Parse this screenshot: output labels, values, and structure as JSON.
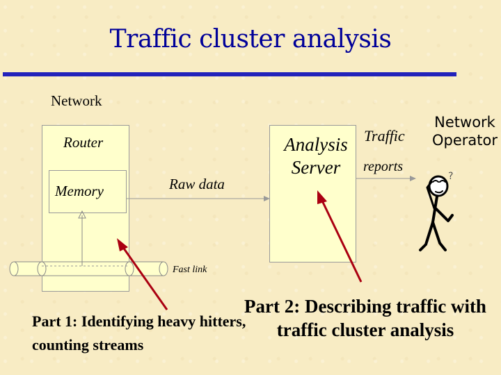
{
  "title": "Traffic cluster analysis",
  "diagram": {
    "network_label": "Network",
    "router_label": "Router",
    "memory_label": "Memory",
    "raw_data_label": "Raw data",
    "analysis_server_label": "Analysis Server",
    "traffic_label": "Traffic",
    "reports_label": "reports",
    "operator_label": "Network Operator",
    "question_mark": "?",
    "fast_link_label": "Fast link"
  },
  "annotations": {
    "part2": "Part 2: Describing traffic with traffic cluster analysis",
    "part1": "Part 1: Identifying heavy hitters, counting streams"
  },
  "colors": {
    "title": "#000099",
    "rule": "#2222bb",
    "arrow_red": "#aa0011",
    "box_fill": "#ffffcc"
  }
}
